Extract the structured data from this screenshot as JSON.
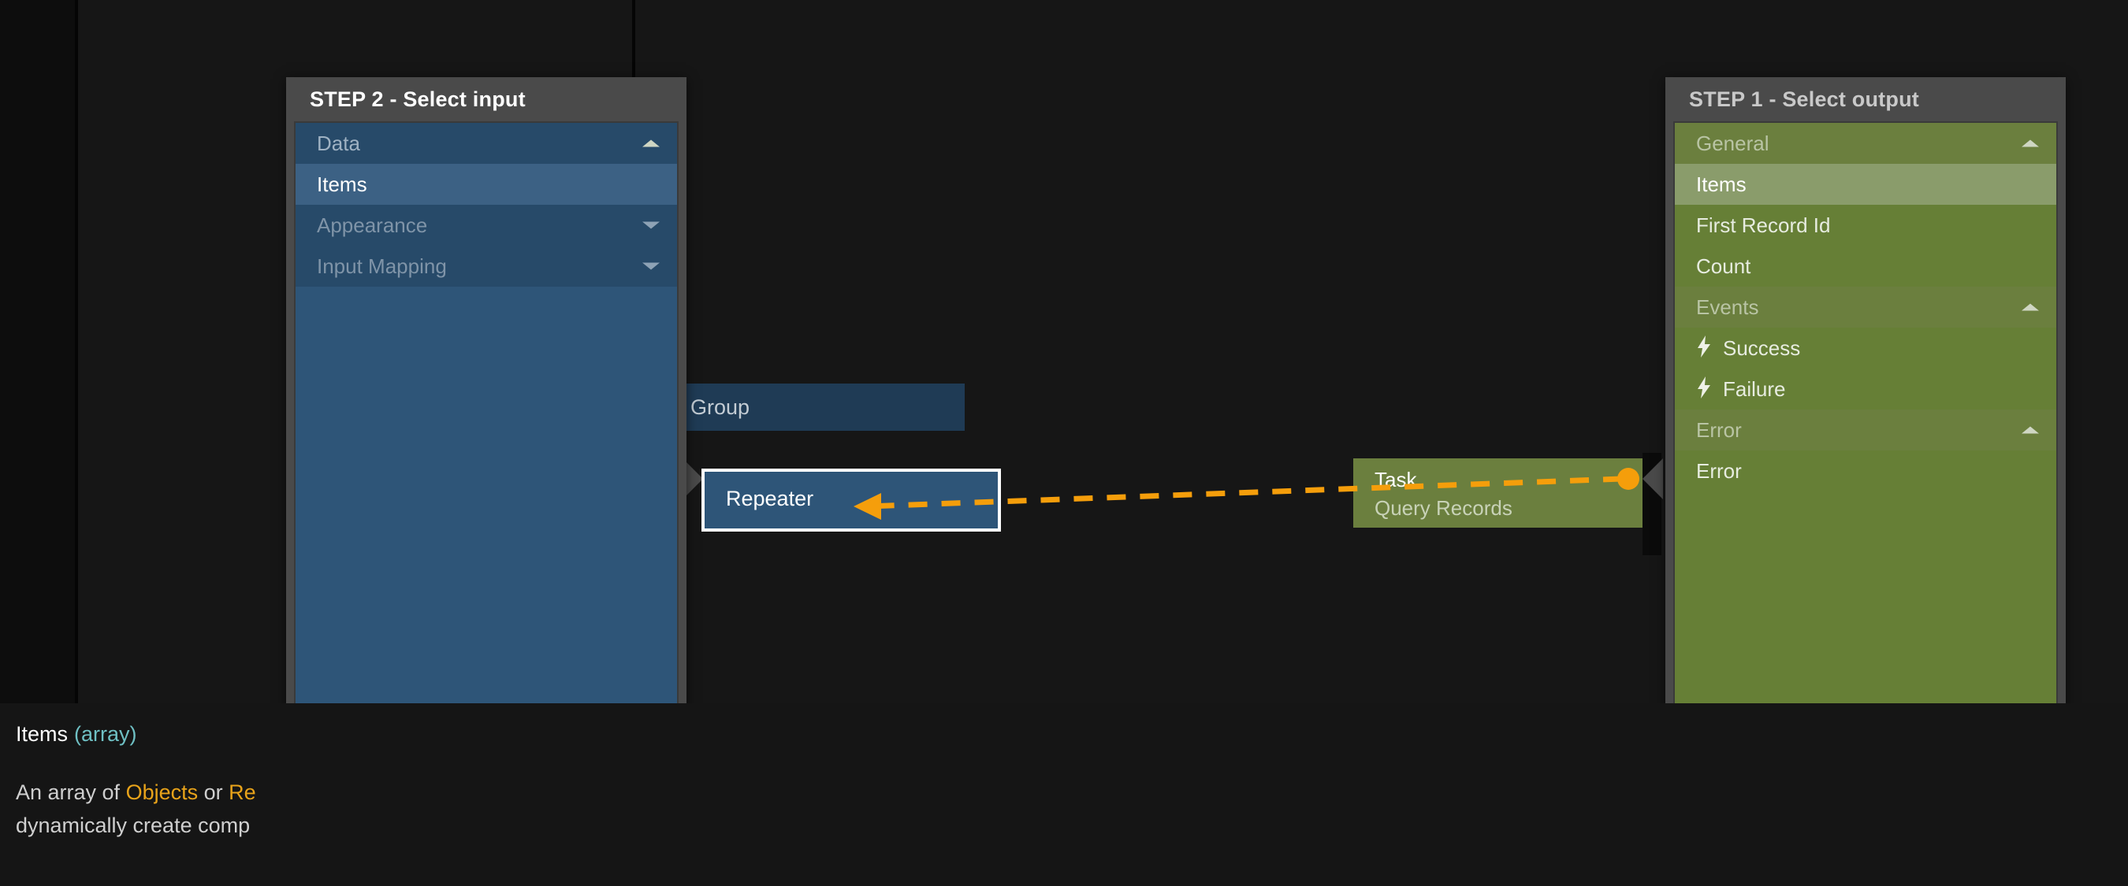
{
  "canvas": {
    "nodes": [
      {
        "name": "group-node",
        "title": "Group",
        "subtitle": "",
        "color": "#1f3b55"
      },
      {
        "name": "repeater-node",
        "title": "Repeater",
        "subtitle": "",
        "color": "#2e5578",
        "selected": true
      },
      {
        "name": "task-node",
        "title": "Task",
        "subtitle": "Query Records",
        "color": "#6b7f3e"
      }
    ],
    "connector": {
      "style": "dashed",
      "color": "#f59e0b",
      "direction": "right-to-left",
      "arrowhead": "left",
      "endpoint": "circle"
    },
    "handles": {
      "left_collapse_icon": "triangle-right-icon",
      "right_collapse_icon": "triangle-left-icon"
    }
  },
  "step2": {
    "title": "STEP 2 - Select input",
    "accent": "#2e5578",
    "rows": [
      {
        "label": "Data",
        "kind": "group",
        "chevron": "up",
        "dim": false,
        "selected": false,
        "icon": ""
      },
      {
        "label": "Items",
        "kind": "leaf",
        "chevron": "",
        "dim": false,
        "selected": true,
        "icon": ""
      },
      {
        "label": "Appearance",
        "kind": "group",
        "chevron": "down",
        "dim": true,
        "selected": false,
        "icon": ""
      },
      {
        "label": "Input Mapping",
        "kind": "group",
        "chevron": "down",
        "dim": true,
        "selected": false,
        "icon": ""
      }
    ]
  },
  "step1": {
    "title": "STEP 1 - Select output",
    "accent": "#667f36",
    "rows": [
      {
        "label": "General",
        "kind": "group",
        "chevron": "up",
        "dim": false,
        "selected": false,
        "icon": ""
      },
      {
        "label": "Items",
        "kind": "leaf",
        "chevron": "",
        "dim": false,
        "selected": true,
        "icon": ""
      },
      {
        "label": "First Record Id",
        "kind": "leaf",
        "chevron": "",
        "dim": false,
        "selected": false,
        "icon": ""
      },
      {
        "label": "Count",
        "kind": "leaf",
        "chevron": "",
        "dim": false,
        "selected": false,
        "icon": ""
      },
      {
        "label": "Events",
        "kind": "group",
        "chevron": "up",
        "dim": false,
        "selected": false,
        "icon": ""
      },
      {
        "label": "Success",
        "kind": "leaf",
        "chevron": "",
        "dim": false,
        "selected": false,
        "icon": "lightning-icon"
      },
      {
        "label": "Failure",
        "kind": "leaf",
        "chevron": "",
        "dim": false,
        "selected": false,
        "icon": "lightning-icon"
      },
      {
        "label": "Error",
        "kind": "group",
        "chevron": "up",
        "dim": false,
        "selected": false,
        "icon": ""
      },
      {
        "label": "Error",
        "kind": "leaf",
        "chevron": "",
        "dim": false,
        "selected": false,
        "icon": ""
      }
    ]
  },
  "doc": {
    "title": "Items",
    "type": "(array)",
    "line1_pre": "An array of ",
    "line1_kw1": "Objects",
    "line1_mid": " or ",
    "line1_kw2": "Re",
    "line2": "dynamically create comp"
  }
}
